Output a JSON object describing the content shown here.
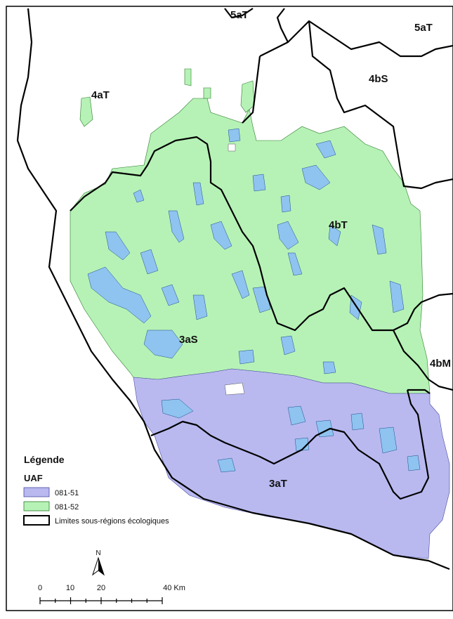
{
  "regions": {
    "r_5aT_top": "5aT",
    "r_5aT_right": "5aT",
    "r_4bS": "4bS",
    "r_4aT": "4aT",
    "r_4bT": "4bT",
    "r_3aS": "3aS",
    "r_4bM": "4bM",
    "r_3aT": "3aT"
  },
  "legend": {
    "title": "Légende",
    "subtitle": "UAF",
    "items": [
      {
        "label": "081-51",
        "color": "#b9b9f0"
      },
      {
        "label": "081-52",
        "color": "#b6f2b6"
      },
      {
        "label": "Limites sous-régions écologiques",
        "color": "#000000"
      }
    ]
  },
  "north_arrow": {
    "label": "N"
  },
  "scale_bar": {
    "ticks": [
      "0",
      "10",
      "20",
      "40 Km"
    ]
  },
  "colors": {
    "uaf_081_51": "#b9b9f0",
    "uaf_081_52": "#b6f2b6",
    "water": "#8fc3f0",
    "boundary": "#000000"
  }
}
